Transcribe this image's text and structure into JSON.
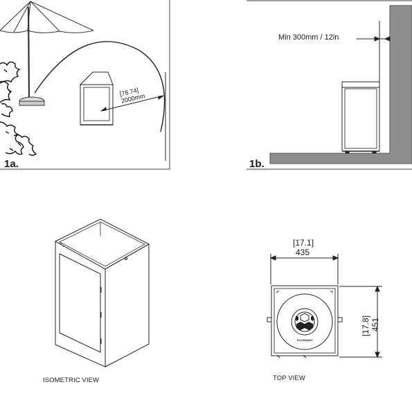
{
  "panel_1a": {
    "label": "1a.",
    "dim_in": "[78.74]",
    "dim_mm": "2000mm"
  },
  "panel_1b": {
    "label": "1b.",
    "clearance": "Min 300mm / 12in"
  },
  "isometric": {
    "caption": "ISOMETRIC VIEW"
  },
  "top_view": {
    "caption": "TOP VIEW",
    "width_in": "[17.1]",
    "width_mm": "435",
    "depth_in": "[17.8]",
    "depth_mm": "451",
    "brand_mark": "ECOSMART"
  }
}
